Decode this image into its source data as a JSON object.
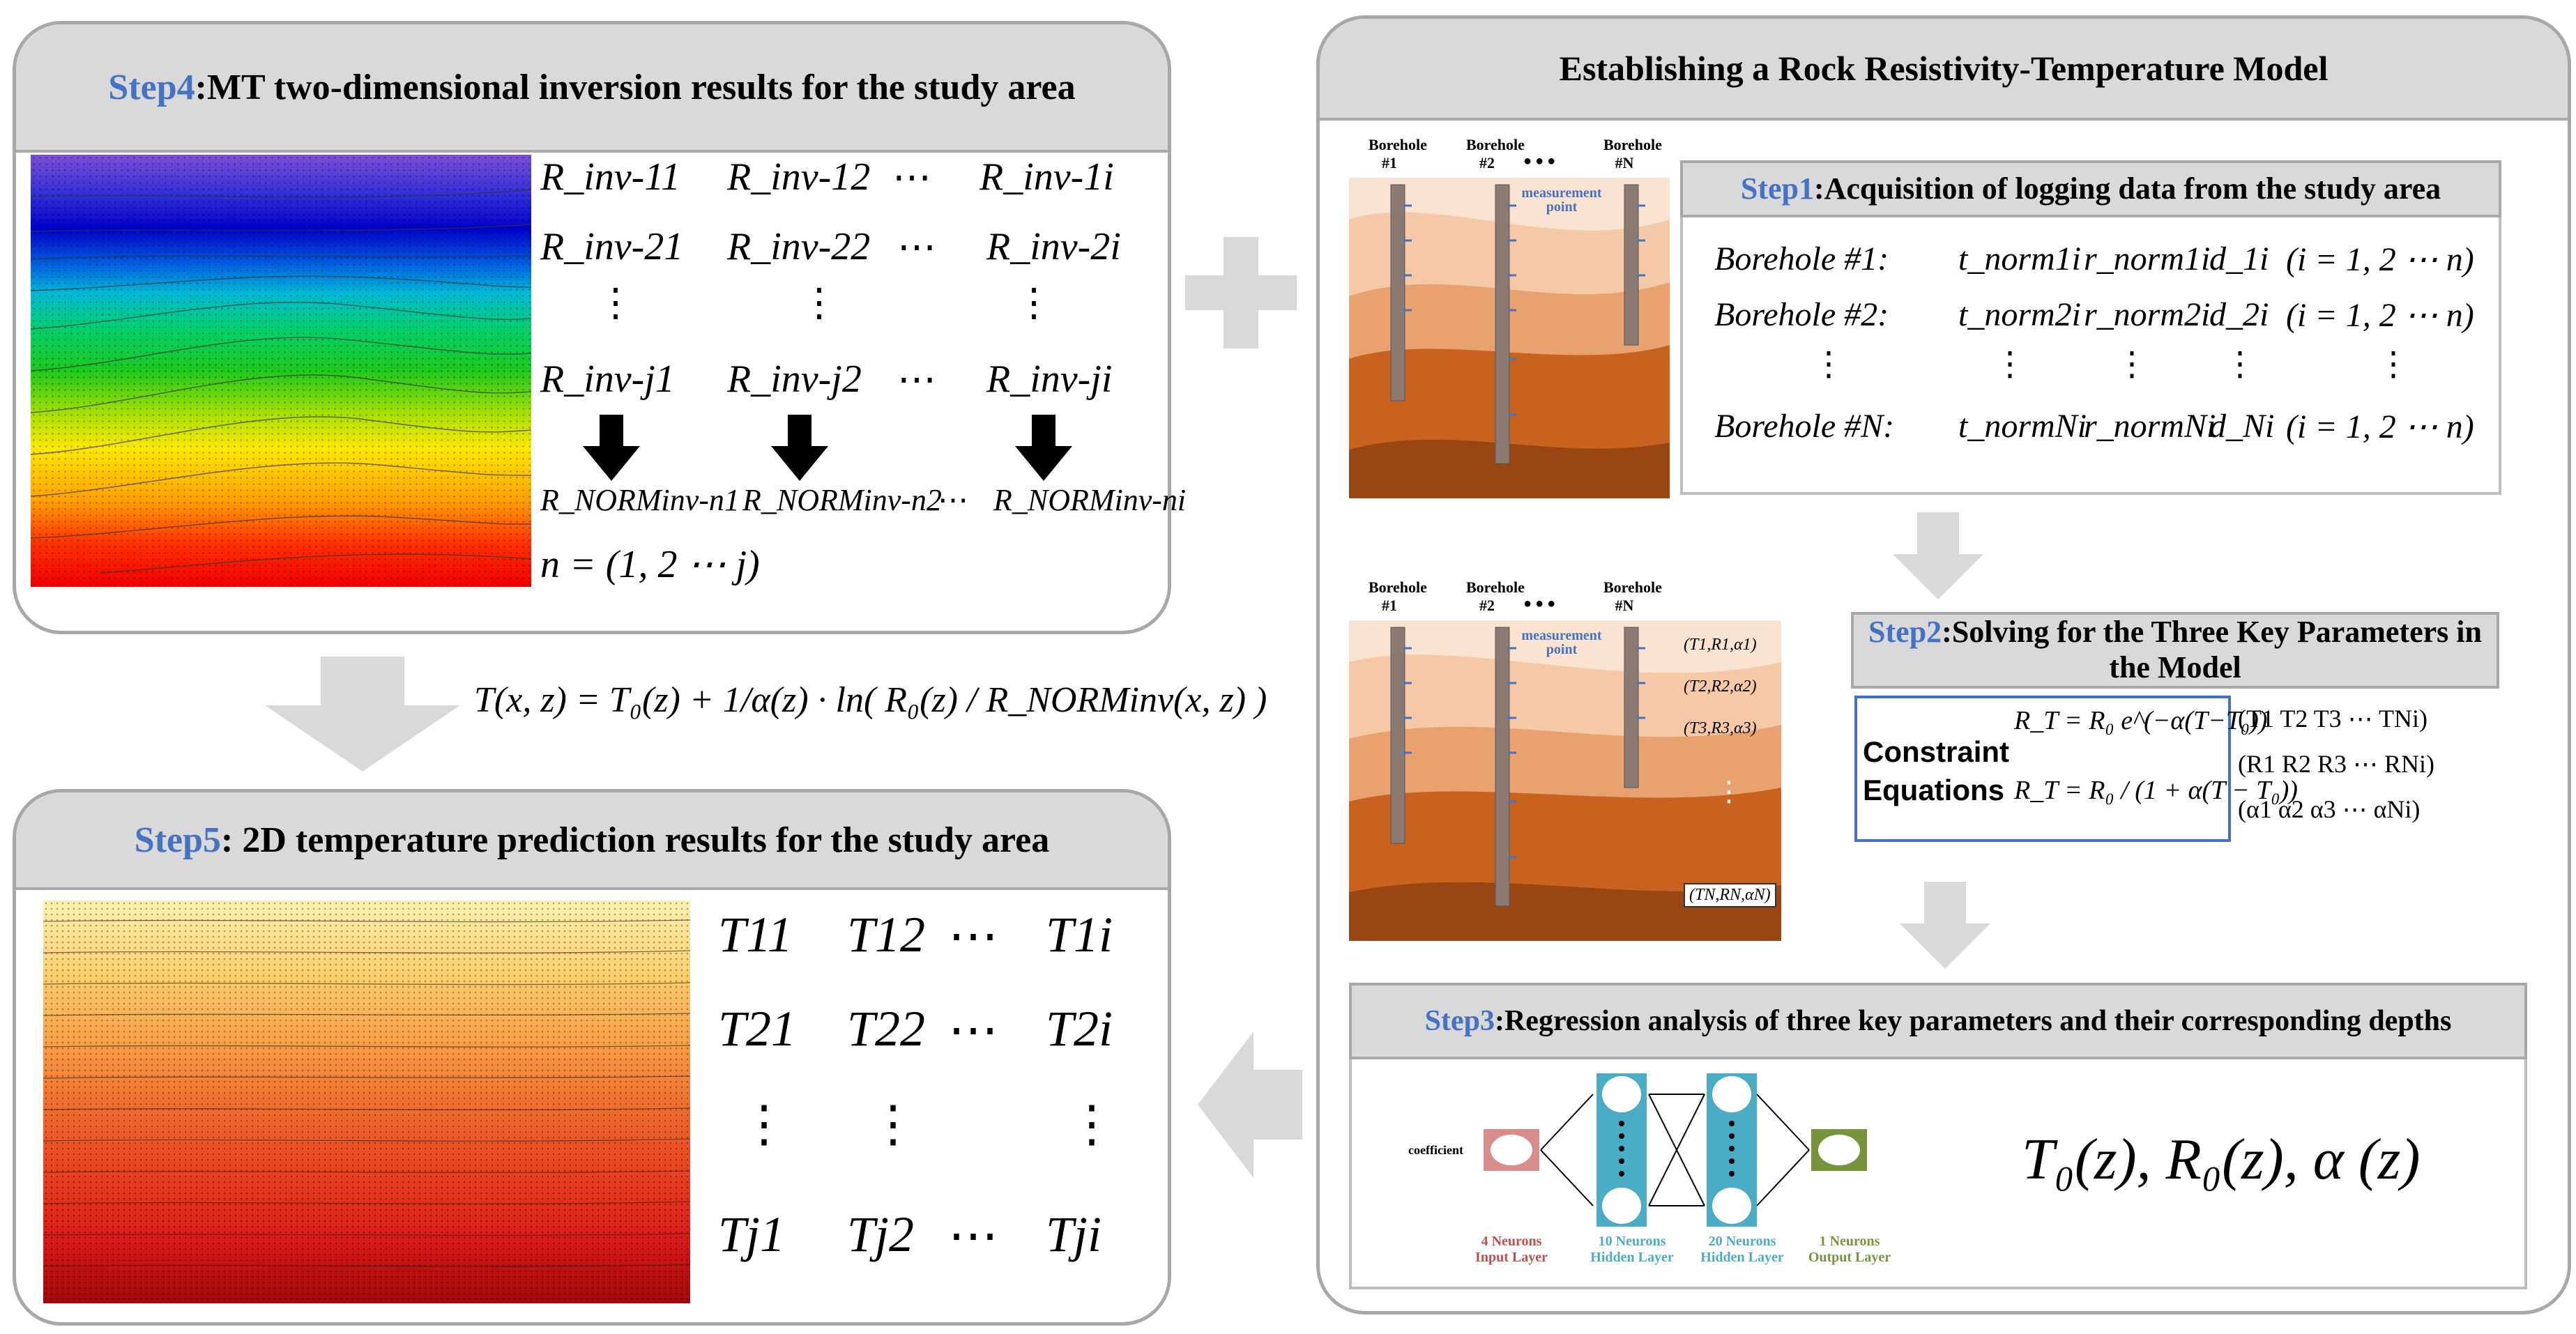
{
  "step4": {
    "step": "Step4",
    "title": ":MT two-dimensional inversion results for the study area",
    "rows": [
      [
        "R_inv-11",
        "R_inv-12",
        "⋯",
        "R_inv-1i"
      ],
      [
        "R_inv-21",
        "R_inv-22",
        "⋯",
        "R_inv-2i"
      ],
      [
        "⋮",
        "⋮",
        "",
        "⋮"
      ],
      [
        "R_inv-j1",
        "R_inv-j2",
        "⋯",
        "R_inv-ji"
      ]
    ],
    "norm": [
      "R_NORMinv-n1",
      "R_NORMinv-n2",
      "⋯",
      "R_NORMinv-ni"
    ],
    "n_def": "n = (1, 2 ⋯ j)"
  },
  "formula": "T(x, z) = T₀(z) + 1/α(z) · ln( R₀(z) / R_NORMinv(x, z) )",
  "step5": {
    "step": "Step5",
    "title": ": 2D temperature prediction results for the study area",
    "rows": [
      [
        "T11",
        "T12",
        "⋯",
        "T1i"
      ],
      [
        "T21",
        "T22",
        "⋯",
        "T2i"
      ],
      [
        "⋮",
        "⋮",
        "",
        "⋮"
      ],
      [
        "Tj1",
        "Tj2",
        "⋯",
        "Tji"
      ]
    ]
  },
  "model": {
    "title": "Establishing a Rock Resistivity-Temperature Model"
  },
  "borehole": {
    "b1": "Borehole #1",
    "b2": "Borehole #2",
    "bn": "Borehole #N",
    "dots": "● ● ●",
    "mp": "measurement point"
  },
  "step1": {
    "step": "Step1",
    "title": ":Acquisition of logging data from the study area",
    "rows": [
      [
        "Borehole #1:",
        "t_norm1i",
        "r_norm1i",
        "d_1i",
        "(i = 1, 2 ⋯ n)"
      ],
      [
        "Borehole #2:",
        "t_norm2i",
        "r_norm2i",
        "d_2i",
        "(i = 1, 2 ⋯ n)"
      ],
      [
        "⋮",
        "⋮",
        "⋮",
        "⋮",
        "⋮"
      ],
      [
        "Borehole #N:",
        "t_normNi",
        "r_normNi",
        "d_Ni",
        "(i = 1, 2 ⋯ n)"
      ]
    ]
  },
  "step2": {
    "step": "Step2",
    "title": ":Solving for the Three Key Parameters in the Model",
    "constraint": "Constraint Equations",
    "eq1": "R_T = R₀ e^(−α(T−T₀))",
    "eq2": "R_T = R₀ / (1 + α(T − T₀))",
    "params": [
      "(T1  T2  T3 ⋯ TNi)",
      "(R1  R2  R3 ⋯ RNi)",
      "(α1  α2  α3 ⋯ αNi)"
    ],
    "layers": [
      "(T1,R1,α1)",
      "(T2,R2,α2)",
      "(T3,R3,α3)",
      "⋮",
      "(TN,RN,αN)"
    ]
  },
  "step3": {
    "step": "Step3",
    "title": ":Regression analysis of three key parameters and their corresponding depths",
    "coefficient": "coefficient",
    "layers": [
      {
        "n": "4 Neurons",
        "name": "Input Layer",
        "color": "#c0504d"
      },
      {
        "n": "10 Neurons",
        "name": "Hidden Layer",
        "color": "#4bacc6"
      },
      {
        "n": "20 Neurons",
        "name": "Hidden Layer",
        "color": "#4bacc6"
      },
      {
        "n": "1 Neurons",
        "name": "Output Layer",
        "color": "#77933c"
      }
    ],
    "result": "T₀(z), R₀(z), α (z)"
  }
}
